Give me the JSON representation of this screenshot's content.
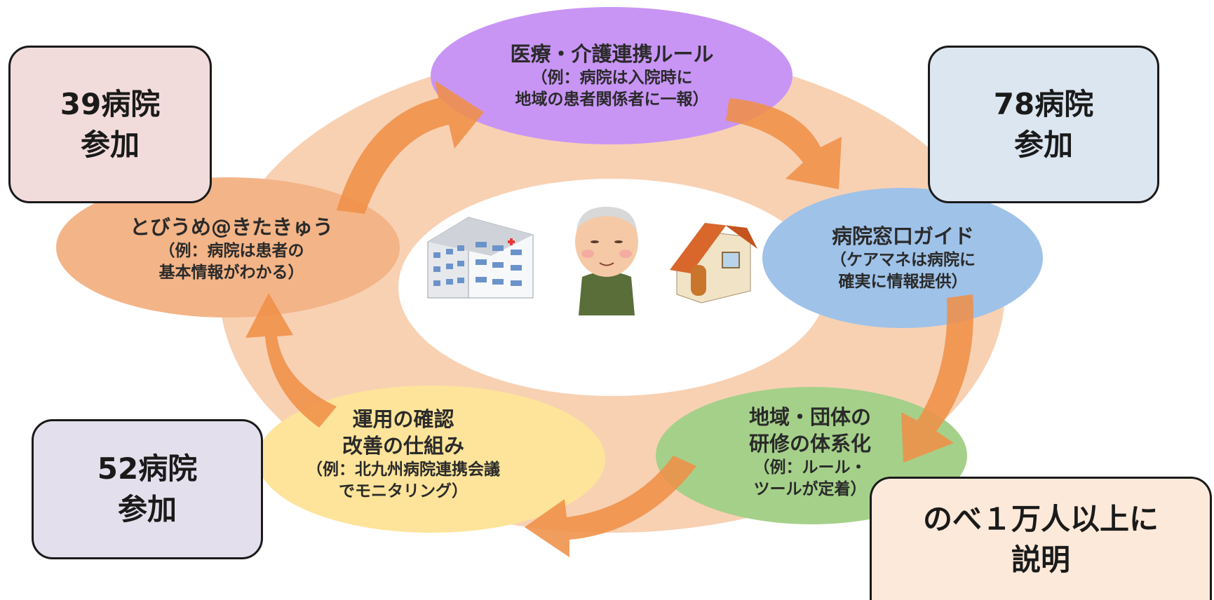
{
  "cycle": {
    "top": {
      "title": "医療・介護連携ルール",
      "sub1": "（例：病院は入院時に",
      "sub2": "地域の患者関係者に一報）",
      "color": "#c895f5"
    },
    "right": {
      "title": "病院窓口ガイド",
      "sub1": "（ケアマネは病院に",
      "sub2": "確実に情報提供）",
      "color": "#9fc2e8"
    },
    "bottom_right": {
      "title1": "地域・団体の",
      "title2": "研修の体系化",
      "sub1": "（例：ルール・",
      "sub2": "ツールが定着）",
      "color": "#a5d08a"
    },
    "bottom_left": {
      "title1": "運用の確認",
      "title2": "改善の仕組み",
      "sub1": "（例：北九州病院連携会議",
      "sub2": "でモニタリング）",
      "color": "#fde49a"
    },
    "left": {
      "title": "とびうめ@きたきゅう",
      "sub1": "（例：病院は患者の",
      "sub2": "基本情報がわかる）",
      "color": "#f3b487"
    }
  },
  "callouts": {
    "top_left": {
      "line1": "39病院",
      "line2": "参加",
      "color": "#f2dcdb"
    },
    "top_right": {
      "line1": "78病院",
      "line2": "参加",
      "color": "#dce6f1"
    },
    "bottom_left": {
      "line1": "52病院",
      "line2": "参加",
      "color": "#e4dfec"
    },
    "bottom_right": {
      "line1": "のべ１万人以上に",
      "line2": "説明",
      "color": "#fde9d9"
    }
  },
  "ring_color": "#f7c9a6",
  "arrow_color": "#ef8f48",
  "icons": [
    "hospital-icon",
    "elderly-person-icon",
    "house-icon"
  ]
}
